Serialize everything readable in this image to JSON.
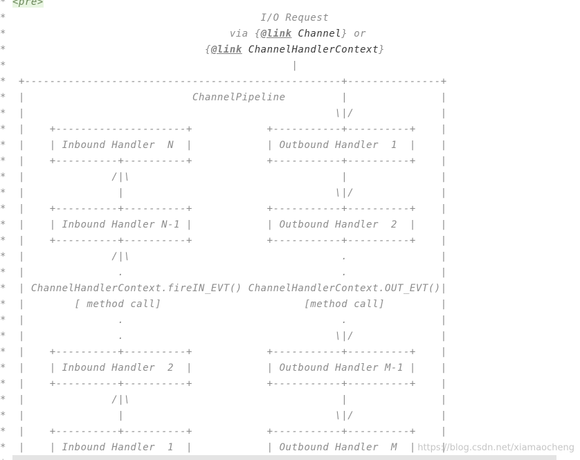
{
  "code": {
    "line0_prefix": "* ",
    "line0_tag": "<pre>",
    "line1": "*                                         I/O Request",
    "line2_a": "*                                    via {",
    "line2_link": "@link",
    "line2_ref": " Channel",
    "line2_b": "} or",
    "line3_a": "*                                {",
    "line3_link": "@link",
    "line3_ref": " ChannelHandlerContext",
    "line3_b": "}",
    "lines": [
      "*                                              |",
      "*  +---------------------------------------------------+---------------+",
      "*  |                           ChannelPipeline         |               |",
      "*  |                                                  \\|/              |",
      "*  |    +---------------------+            +-----------+----------+    |",
      "*  |    | Inbound Handler  N  |            | Outbound Handler  1  |    |",
      "*  |    +----------+----------+            +-----------+----------+    |",
      "*  |              /|\\                                  |               |",
      "*  |               |                                  \\|/              |",
      "*  |    +----------+----------+            +-----------+----------+    |",
      "*  |    | Inbound Handler N-1 |            | Outbound Handler  2  |    |",
      "*  |    +----------+----------+            +-----------+----------+    |",
      "*  |              /|\\                                  .               |",
      "*  |               .                                   .               |",
      "*  | ChannelHandlerContext.fireIN_EVT() ChannelHandlerContext.OUT_EVT()|",
      "*  |        [ method call]                       [method call]         |",
      "*  |               .                                   .               |",
      "*  |               .                                  \\|/              |",
      "*  |    +----------+----------+            +-----------+----------+    |",
      "*  |    | Inbound Handler  2  |            | Outbound Handler M-1 |    |",
      "*  |    +----------+----------+            +-----------+----------+    |",
      "*  |              /|\\                                  |               |",
      "*  |               |                                  \\|/              |",
      "*  |    +----------+----------+            +-----------+----------+    |",
      "*  |    | Inbound Handler  1  |            | Outbound Handler  M  |    |",
      "*  |    +----------+----------+            +-----------+----------+    |"
    ]
  },
  "watermark": "https://blog.csdn.net/xiamaocheng"
}
